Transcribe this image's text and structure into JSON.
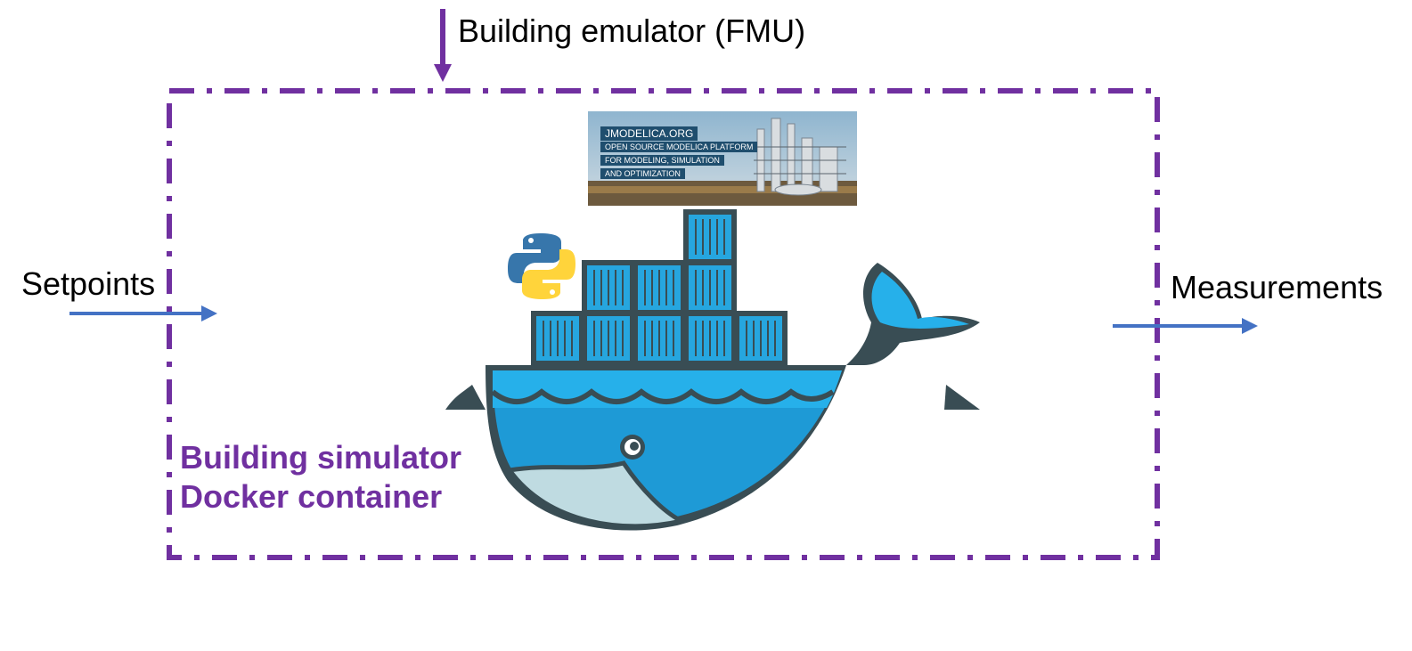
{
  "labels": {
    "top": "Building emulator (FMU)",
    "left": "Setpoints",
    "right": "Measurements",
    "container_line1": "Building simulator",
    "container_line2": "Docker container"
  },
  "jmodelica": {
    "title": "JMODELICA.ORG",
    "line1": "OPEN SOURCE MODELICA PLATFORM",
    "line2": "FOR MODELING, SIMULATION",
    "line3": "AND OPTIMIZATION"
  },
  "colors": {
    "container_border": "#7030a0",
    "arrow_blue": "#4472c4",
    "docker_blue": "#2496ed",
    "python_blue": "#3776ab",
    "python_yellow": "#ffd43b"
  },
  "icons": [
    "docker-whale-icon",
    "python-logo-icon",
    "jmodelica-logo"
  ]
}
